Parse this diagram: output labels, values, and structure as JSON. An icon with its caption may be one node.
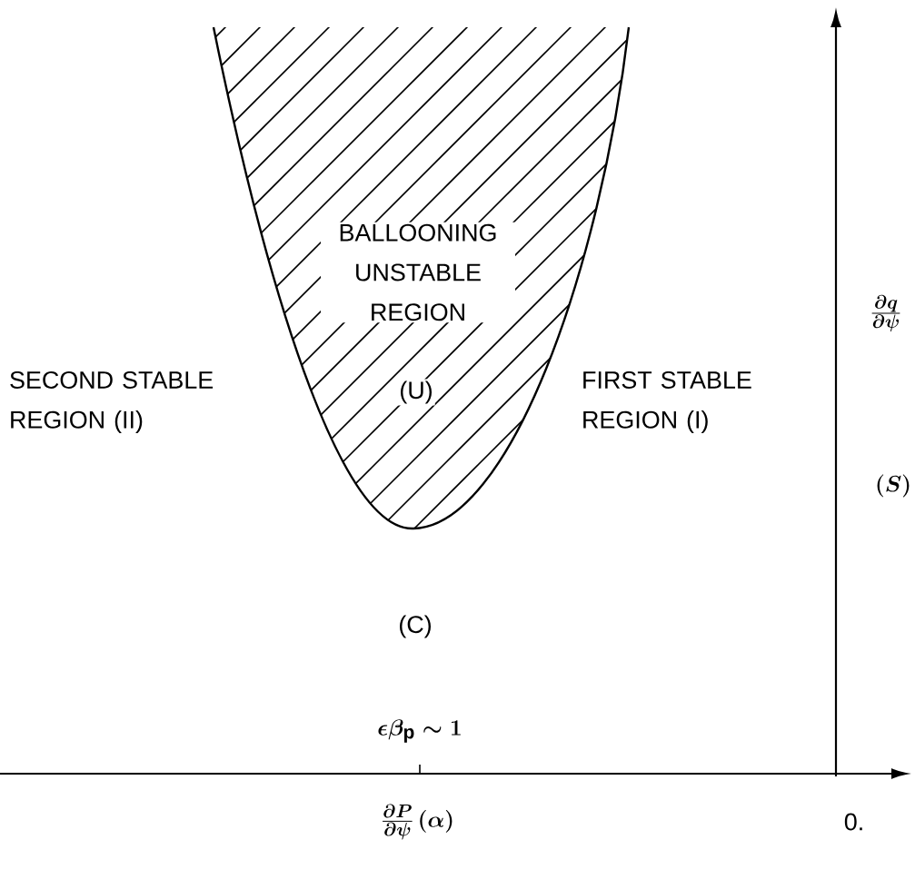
{
  "diagram": {
    "labels": [
      "BALLOONING UNSTABLE REGION",
      "SECOND STABLE REGION (II)",
      "(U)",
      "FIRST STABLE REGION (I)",
      "\\frac{\\partial q}{\\partial \\psi}",
      "(S)",
      "(C)",
      "\\epsilon\\beta_{\\mathrm{p}} \\sim 1",
      "\\frac{\\partial P}{\\partial \\psi}\\,(\\alpha)",
      "0."
    ]
  }
}
